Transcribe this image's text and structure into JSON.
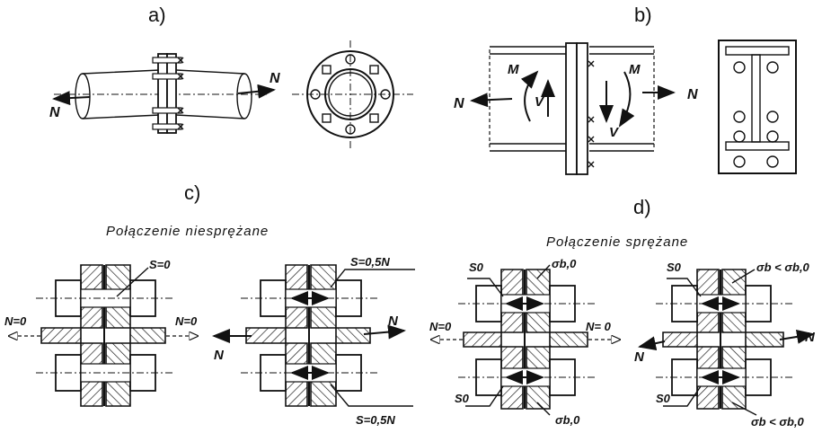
{
  "panels": {
    "a": {
      "letter": "a)",
      "force_left": "N",
      "force_right": "N"
    },
    "b": {
      "letter": "b)",
      "force_left": "N",
      "force_right": "N",
      "moment_left": "M",
      "moment_right": "M",
      "shear_left": "V",
      "shear_right": "V"
    },
    "c": {
      "letter": "c)",
      "caption": "Połączenie   niesprężane",
      "left": {
        "force_left": "N=0",
        "force_right": "N=0",
        "s_label": "S=0"
      },
      "right": {
        "force_left": "N",
        "force_right": "N",
        "s_top": "S=0,5N",
        "s_bottom": "S=0,5N"
      }
    },
    "d": {
      "letter": "d)",
      "caption": "Połączenie   sprężane",
      "left": {
        "force_left": "N=0",
        "force_right": "N= 0",
        "s_top": "S0",
        "s_bottom": "S0",
        "sigma_top": "σb,0",
        "sigma_bottom": "σb,0"
      },
      "right": {
        "force_left": "N",
        "force_right": "N",
        "s_top": "S0",
        "s_bottom": "S0",
        "sigma_top": "σb < σb,0",
        "sigma_bottom": "σb < σb,0"
      }
    }
  }
}
